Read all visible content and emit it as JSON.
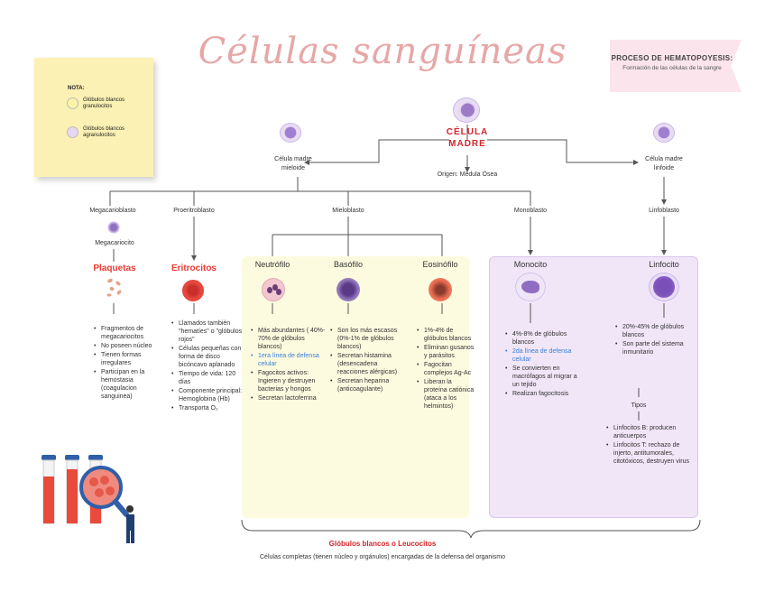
{
  "title": "Células sanguíneas",
  "note": {
    "heading": "NOTA:",
    "items": [
      {
        "label": "Glóbulos blancos granulocitos",
        "color": "#fbf3a6"
      },
      {
        "label": "Glóbulos blancos agranulocitos",
        "color": "#e8d7f3"
      }
    ]
  },
  "process": {
    "title": "PROCESO DE HEMATOPOYESIS:",
    "subtitle": "Formación de las células de la sangre"
  },
  "root": {
    "line1": "CÉLULA",
    "line2": "MADRE",
    "origin": "Origen: Médula Ósea"
  },
  "mieloide": {
    "line1": "Célula madre",
    "line2": "mieloide"
  },
  "linfoide": {
    "line1": "Célula madre",
    "line2": "linfoide"
  },
  "progenitors": {
    "megacarioblasto": "Megacarioblasto",
    "megacariocito": "Megacariocito",
    "proeritroblasto": "Proeritroblasto",
    "mieloblasto": "Mieloblasto",
    "monoblasto": "Monoblasto",
    "linfoblasto": "Linfoblasto"
  },
  "plaquetas": {
    "name": "Plaquetas",
    "facts": [
      "Fragmentos de megacariocitos",
      "No poseen núcleo",
      "Tienen formas irregulares",
      "Participan en la hemostasia (coagulacion sanguinea)"
    ]
  },
  "eritrocitos": {
    "name": "Eritrocitos",
    "facts": [
      "Llamados también \"hematíes\" o \"glóbulos rojos\"",
      "Células pequeñas con forma de disco bicóncavo aplanado",
      "Tiempo de vida: 120 días",
      "Componente principal: Hemoglobina (Hb)",
      "Transporta O₂"
    ]
  },
  "neutrofilo": {
    "name": "Neutrófilo",
    "facts": [
      "Más abundantes ( 40%- 70% de glóbulos blancos)",
      "1era línea de defensa celular",
      "Fagocitos activos: Ingieren y destruyen bacterias y hongos",
      "Secretan lactoferrina"
    ]
  },
  "basofilo": {
    "name": "Basófilo",
    "facts": [
      "Son los más escasos (0%-1% de glóbulos blancos)",
      "Secretan histamina (desencadena reacciones alérgicas)",
      "Secretan heparina (anticoagulante)"
    ]
  },
  "eosinofilo": {
    "name": "Eosinófilo",
    "facts": [
      "1%-4% de glóbulos blancos",
      "Eliminan gusanos y parásitos",
      "Fagocitan complejos Ag-Ac",
      "Liberan la proteína catiónica (ataca a los helmintos)"
    ]
  },
  "monocito": {
    "name": "Monocito",
    "facts": [
      "4%-8% de glóbulos blancos",
      "2da línea de defensa celular",
      "Se convierten en macrófagos al migrar a un tejido",
      "Realizan fagocitosis"
    ]
  },
  "linfocito": {
    "name": "Linfocito",
    "facts": [
      "20%-45% de glóbulos blancos",
      "Son parte del sistema inmunitario"
    ],
    "tipos": "Tipos",
    "types": [
      "Linfocitos B: producen anticuerpos",
      "Linfocitos T: rechazo de injerto, antitumorales, citotóxicos, destruyen virus"
    ]
  },
  "footer": {
    "title": "Glóbulos blancos o Leucocitos",
    "subtitle": "Células completas (tienen núcleo y orgánulos) encargadas de la defensa del organismo"
  },
  "colors": {
    "granulocito_bg": "#fdfbdf",
    "agranulocito_bg": "#f1e6f8",
    "accent_red": "#e63b33",
    "cell_purple": "#a98bd0"
  }
}
